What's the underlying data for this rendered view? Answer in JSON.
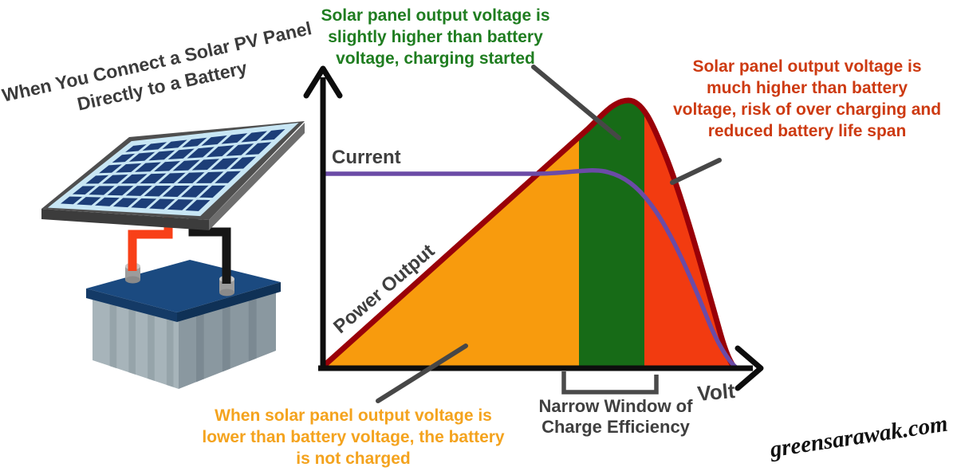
{
  "title": {
    "line1": "When You Connect a Solar PV Panel",
    "line2": "Directly to a Battery"
  },
  "notes": {
    "green": {
      "lines": [
        "Solar panel output voltage is",
        "slightly higher than battery",
        "voltage, charging started"
      ],
      "color": "#1F7D20"
    },
    "red": {
      "lines": [
        "Solar panel output voltage is",
        "much higher than battery",
        "voltage, risk of over charging and",
        "reduced battery life span"
      ],
      "color": "#CD3A11"
    },
    "orange": {
      "lines": [
        "When solar panel output voltage is",
        "lower than battery voltage, the battery",
        "is not charged"
      ],
      "color": "#F4A31E"
    }
  },
  "chart": {
    "current_label": "Current",
    "power_output_label": "Power Output",
    "x_axis_label": "Volt",
    "window_label_lines": [
      "Narrow Window of",
      "Charge Efficiency"
    ]
  },
  "watermark": "greensarawak.com",
  "illustration": {
    "solar_panel_icon": "solar-panel",
    "battery_icon": "battery",
    "positive_wire_color_name": "red",
    "negative_wire_color_name": "black"
  },
  "colors": {
    "region_orange": "#F89B0D",
    "region_green": "#176B17",
    "region_red": "#F23B10",
    "power_outline": "#990008",
    "current_line": "#6B4BA6",
    "note_green_text": "#1F7D20",
    "note_red_text": "#CD3A11",
    "note_orange_text": "#F4A31E",
    "label_gray_text": "#3F3F3F",
    "axis_black": "#0D0D0D",
    "panel_cell_blue": "#1D3E78",
    "panel_grid_blue": "#C8E6F4",
    "battery_top_blue": "#1B4A80",
    "battery_body_gray": "#A7B4BA",
    "wire_positive_red": "#F84018",
    "wire_negative_black": "#161616"
  },
  "chart_data": {
    "type": "area",
    "title": "Solar panel output when connected directly to a battery",
    "xlabel": "Volt",
    "ylabel": "",
    "axis": {
      "x_arrow": true,
      "y_arrow": true,
      "ticks": false,
      "grid": false
    },
    "series": [
      {
        "name": "Power Output",
        "color": "#990008",
        "x": [
          0,
          0.3,
          0.62,
          0.7,
          0.74,
          0.78,
          0.83,
          0.89,
          0.95,
          1.0
        ],
        "y": [
          0,
          0.44,
          0.89,
          0.99,
          1.0,
          0.95,
          0.81,
          0.5,
          0.16,
          0
        ]
      },
      {
        "name": "Current",
        "color": "#6B4BA6",
        "x": [
          0,
          0.51,
          0.6,
          0.68,
          0.74,
          0.8,
          0.89,
          0.96,
          1.0
        ],
        "y": [
          0.73,
          0.73,
          0.74,
          0.72,
          0.66,
          0.6,
          0.36,
          0.12,
          0
        ]
      }
    ],
    "regions": [
      {
        "label": "battery is not charged",
        "color": "#F89B0D",
        "x_range": [
          0,
          0.62
        ]
      },
      {
        "label": "narrow window of charge efficiency",
        "color": "#176B17",
        "x_range": [
          0.62,
          0.78
        ]
      },
      {
        "label": "risk of over charging",
        "color": "#F23B10",
        "x_range": [
          0.78,
          1.0
        ]
      }
    ],
    "legend_position": "none"
  }
}
